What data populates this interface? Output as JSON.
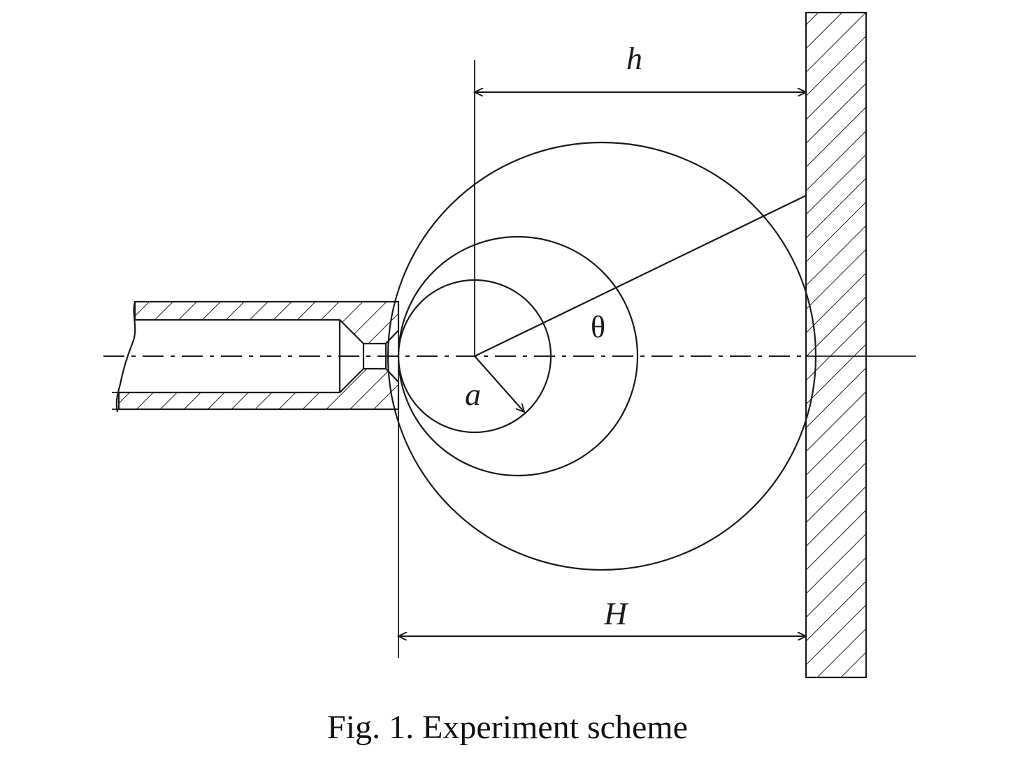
{
  "diagram": {
    "labels": {
      "h": "h",
      "H": "H",
      "a": "a",
      "theta": "θ"
    }
  },
  "caption": "Fig. 1. Experiment scheme",
  "colors": {
    "line": "#1a1a1a",
    "background": "#ffffff"
  }
}
